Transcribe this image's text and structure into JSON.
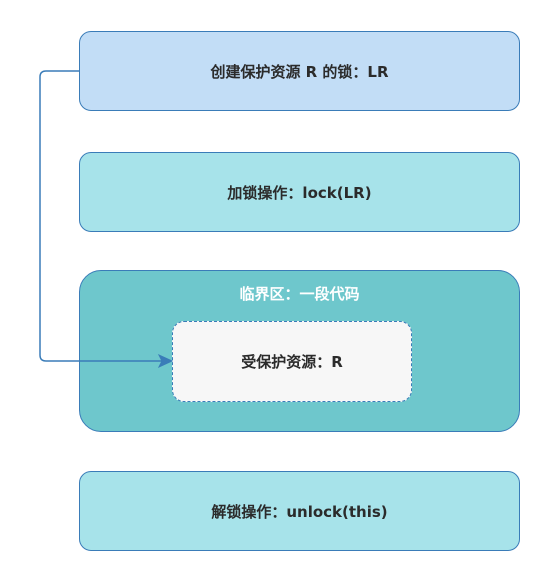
{
  "boxes": {
    "create": "创建保护资源 R 的锁：LR",
    "lock": "加锁操作：lock(LR)",
    "critical": "临界区：一段代码",
    "resource": "受保护资源：R",
    "unlock": "解锁操作：unlock(this)"
  },
  "colors": {
    "stroke": "#3a7cb8",
    "create_fill": "#c2ddf6",
    "lock_fill": "#a7e3ea",
    "critical_fill": "#6ec7cc",
    "resource_fill": "#f7f7f7",
    "unlock_fill": "#a7e3ea"
  }
}
